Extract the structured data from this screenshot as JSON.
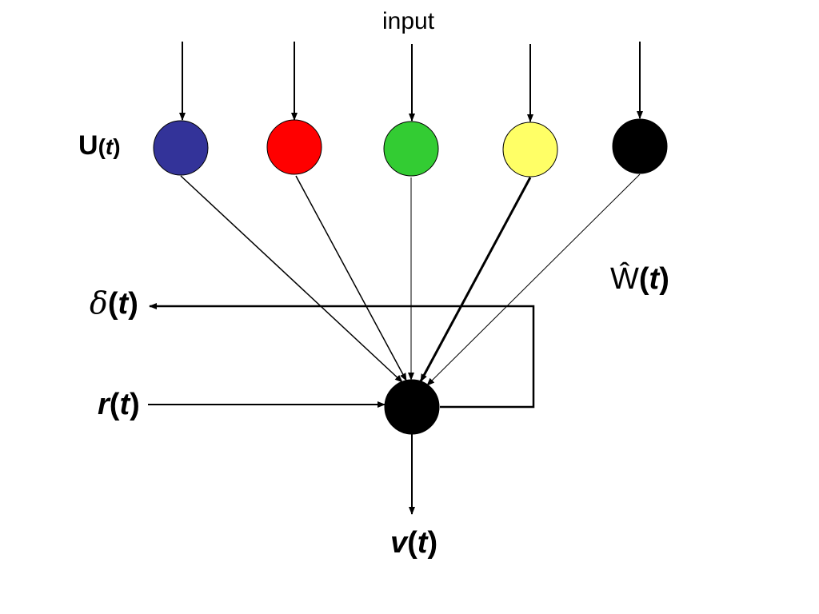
{
  "labels": {
    "input": "input",
    "u": {
      "name": "U",
      "open": "(",
      "arg": "t",
      "close": ")"
    },
    "w": {
      "name": "Ŵ",
      "open": "(",
      "arg": "t",
      "close": ")"
    },
    "delta": {
      "name": "δ",
      "open": "(",
      "arg": "t",
      "close": ")"
    },
    "r": {
      "name": "r",
      "open": "(",
      "arg": "t",
      "close": ")"
    },
    "v": {
      "name": "v",
      "open": "(",
      "arg": "t",
      "close": ")"
    }
  },
  "colors": {
    "input_nodes": [
      "#333399",
      "#ff0000",
      "#33cc33",
      "#ffff66",
      "#000000"
    ],
    "output_node": "#000000",
    "line": "#000000"
  }
}
